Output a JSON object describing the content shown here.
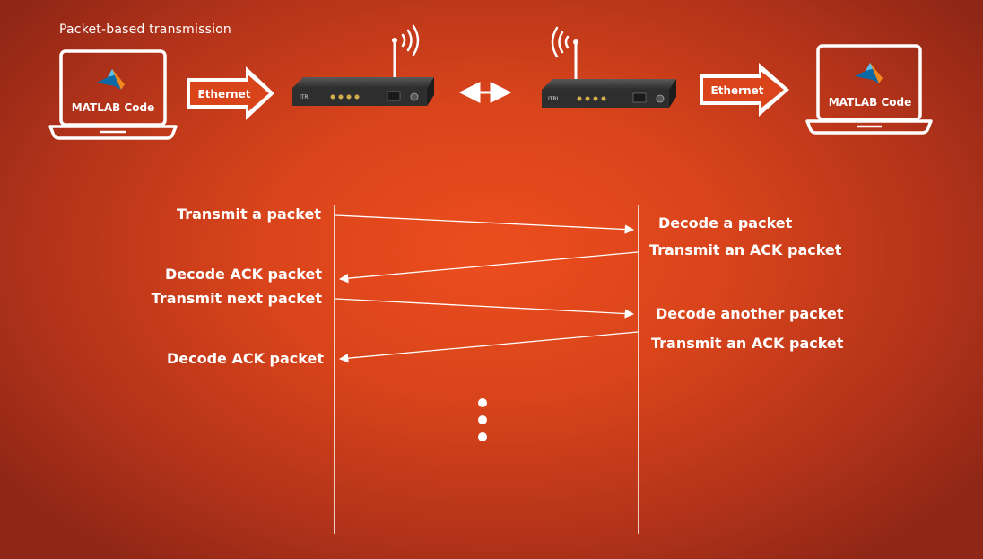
{
  "caption": "Packet-based transmission",
  "left_laptop": {
    "label": "MATLAB Code"
  },
  "right_laptop": {
    "label": "MATLAB Code"
  },
  "left_link": {
    "label": "Ethernet"
  },
  "right_link": {
    "label": "Ethernet"
  },
  "left_radio": {
    "brand": "ITRI"
  },
  "right_radio": {
    "brand": "ITRI"
  },
  "sequence": {
    "left_events": [
      "Transmit a packet",
      "Decode ACK packet",
      "Transmit next packet",
      "Decode ACK packet"
    ],
    "right_events": [
      "Decode a packet",
      "Transmit an ACK packet",
      "Decode another packet",
      "Transmit an ACK packet"
    ]
  },
  "colors": {
    "background": "#d9441b",
    "foreground": "#ffffff",
    "device_body": "#3a3a3a"
  },
  "icons": [
    "laptop-icon",
    "matlab-logo-icon",
    "right-arrow-icon",
    "radio-device-icon",
    "antenna-icon",
    "wireless-waves-icon",
    "double-arrow-icon",
    "ellipsis-icon"
  ]
}
